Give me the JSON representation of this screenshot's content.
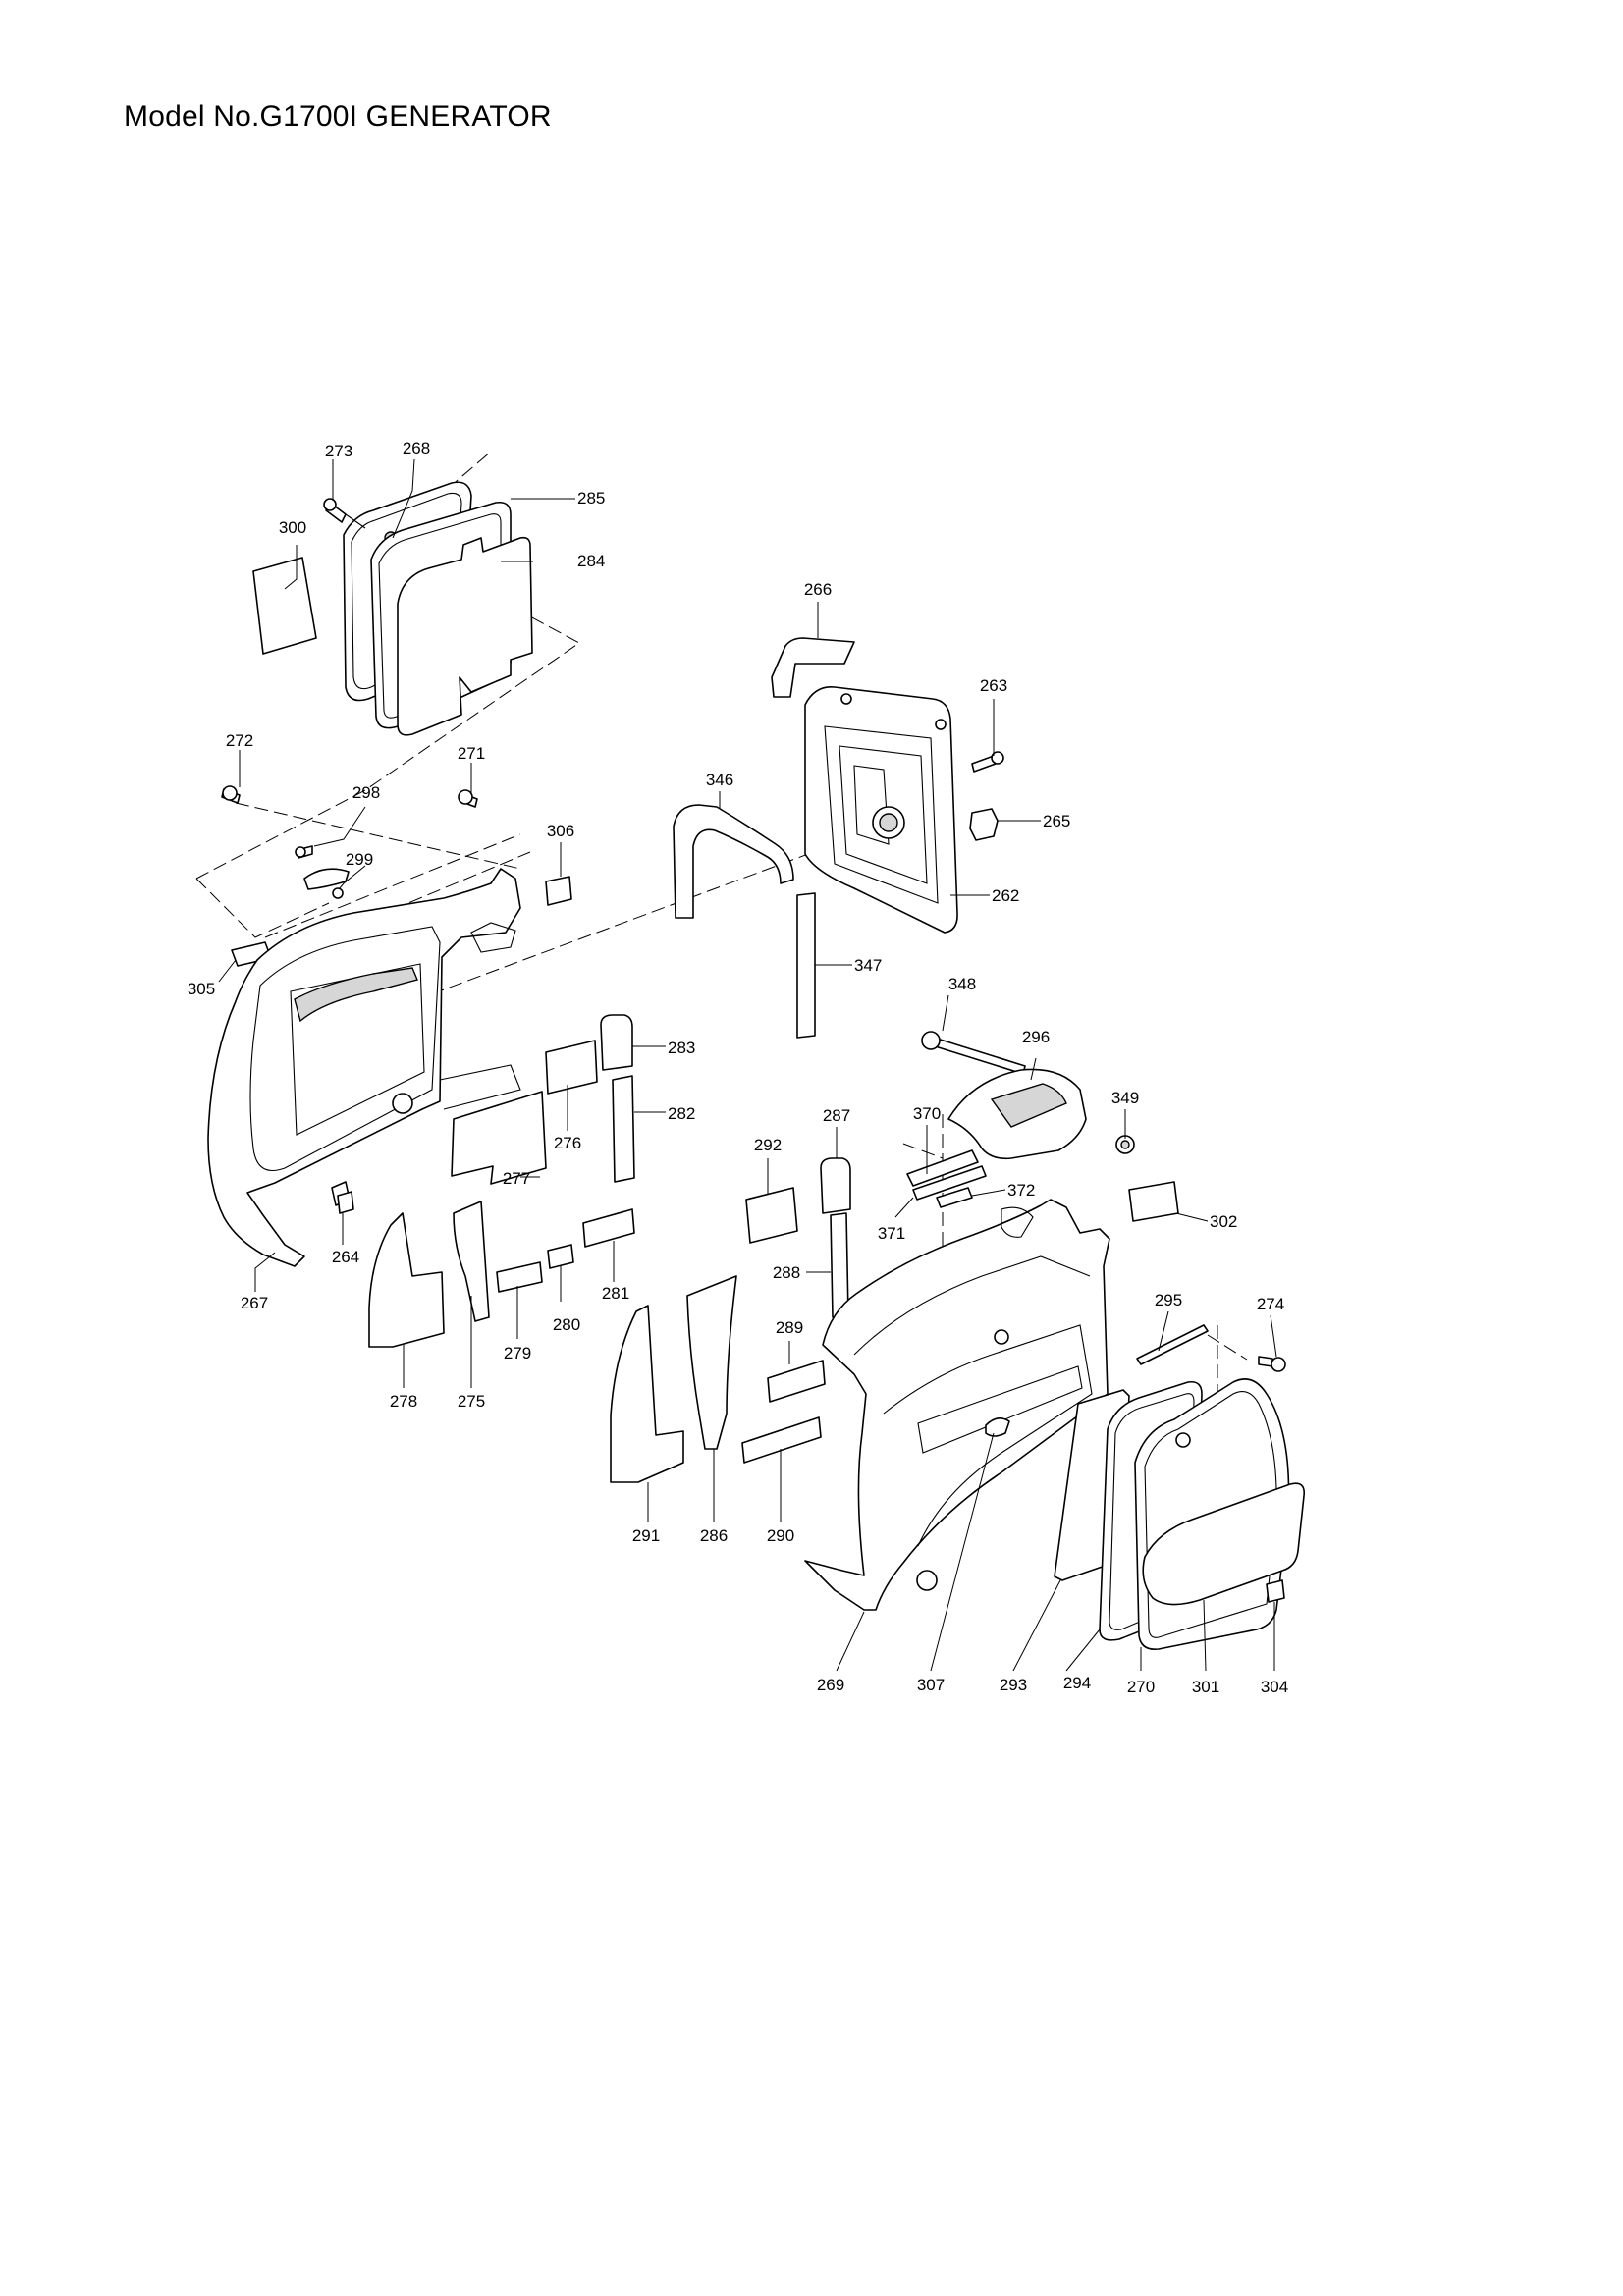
{
  "title": "Model No.G1700I GENERATOR",
  "parts": [
    "262",
    "263",
    "264",
    "265",
    "266",
    "267",
    "268",
    "269",
    "270",
    "271",
    "272",
    "273",
    "274",
    "275",
    "276",
    "277",
    "278",
    "279",
    "280",
    "281",
    "282",
    "283",
    "284",
    "285",
    "286",
    "287",
    "288",
    "289",
    "290",
    "291",
    "292",
    "293",
    "294",
    "295",
    "296",
    "298",
    "299",
    "300",
    "301",
    "302",
    "304",
    "305",
    "306",
    "307",
    "346",
    "347",
    "348",
    "349",
    "370",
    "371",
    "372"
  ]
}
